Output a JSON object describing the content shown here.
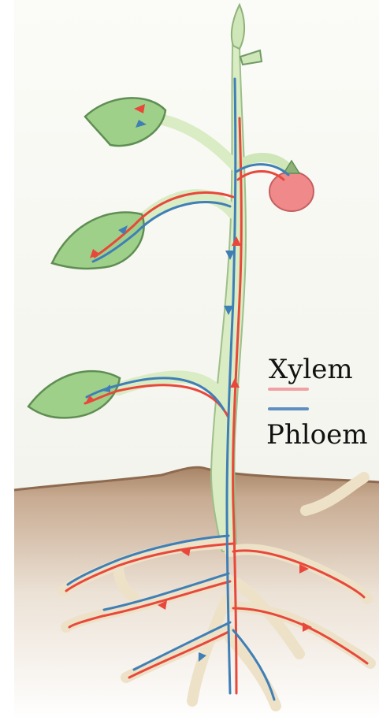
{
  "legend": {
    "xylem_label": "Xylem",
    "phloem_label": "Phloem",
    "xylem_color": "#f1a1a6",
    "phloem_color": "#5f8fc0"
  },
  "colors": {
    "stem": "#d9ecc4",
    "leaf": "#9fd08a",
    "fruit": "#f08a8a",
    "soil": "#b48a6b",
    "xylem_flow": "#e8483a",
    "phloem_flow": "#3f7fb6",
    "root": "#f1ead6"
  },
  "icons": {
    "arrows": "flow-arrow-icons"
  }
}
